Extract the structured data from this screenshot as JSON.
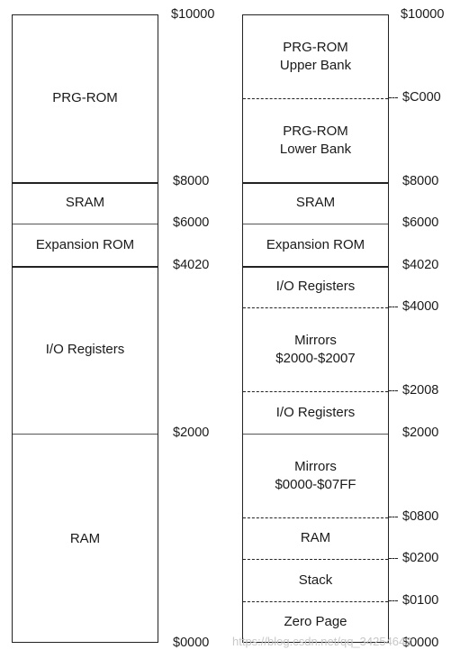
{
  "left_map": {
    "regions": [
      {
        "label": "PRG-ROM"
      },
      {
        "label": "SRAM"
      },
      {
        "label": "Expansion ROM"
      },
      {
        "label": "I/O Registers"
      },
      {
        "label": "RAM"
      }
    ],
    "addresses": [
      "$10000",
      "$8000",
      "$6000",
      "$4020",
      "$2000",
      "$0000"
    ]
  },
  "right_map": {
    "regions": [
      {
        "label": "PRG-ROM\nUpper Bank"
      },
      {
        "label": "PRG-ROM\nLower Bank"
      },
      {
        "label": "SRAM"
      },
      {
        "label": "Expansion ROM"
      },
      {
        "label": "I/O Registers"
      },
      {
        "label": "Mirrors\n$2000-$2007"
      },
      {
        "label": "I/O Registers"
      },
      {
        "label": "Mirrors\n$0000-$07FF"
      },
      {
        "label": "RAM"
      },
      {
        "label": "Stack"
      },
      {
        "label": "Zero Page"
      }
    ],
    "addresses": [
      "$10000",
      "$C000",
      "$8000",
      "$6000",
      "$4020",
      "$4000",
      "$2008",
      "$2000",
      "$0800",
      "$0200",
      "$0100",
      "$0000"
    ]
  },
  "watermark": "https://blog.csdn.net/qq_34254642"
}
